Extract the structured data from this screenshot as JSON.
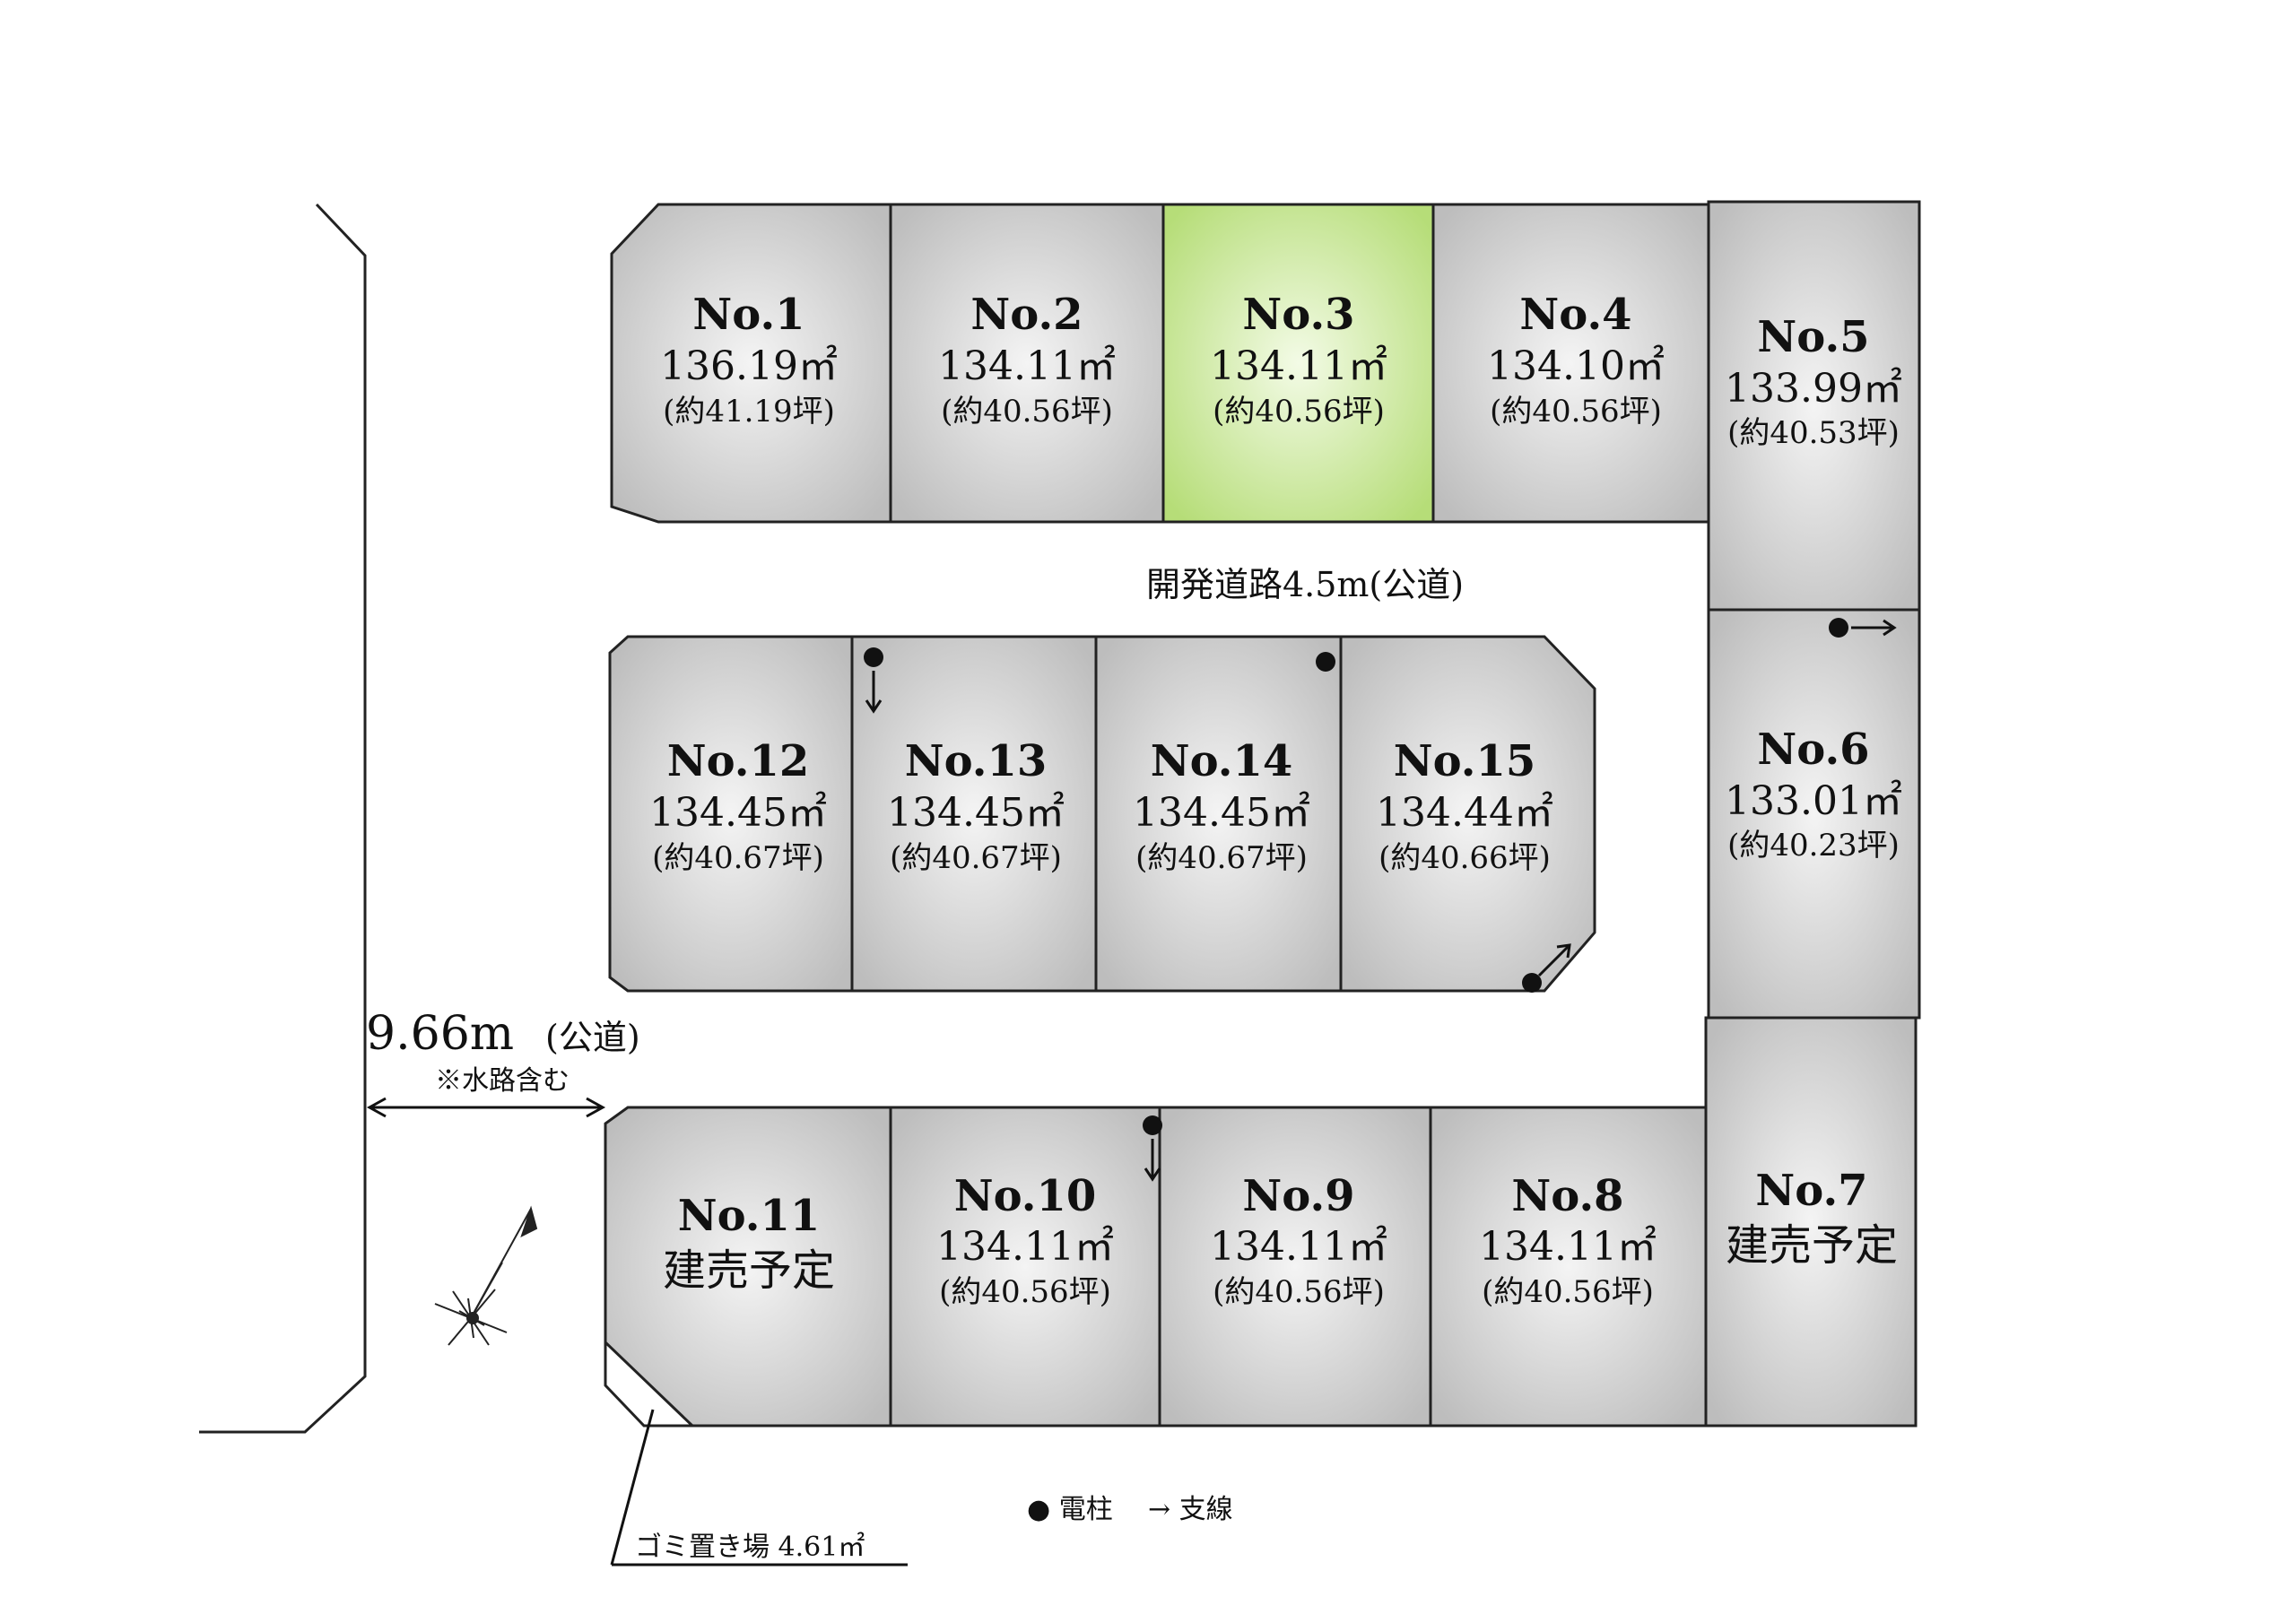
{
  "lots": [
    {
      "no": "No.1",
      "area": "136.19㎡",
      "tsubo": "(約41.19坪)",
      "plan": "",
      "highlight": false
    },
    {
      "no": "No.2",
      "area": "134.11㎡",
      "tsubo": "(約40.56坪)",
      "plan": "",
      "highlight": false
    },
    {
      "no": "No.3",
      "area": "134.11㎡",
      "tsubo": "(約40.56坪)",
      "plan": "",
      "highlight": true
    },
    {
      "no": "No.4",
      "area": "134.10㎡",
      "tsubo": "(約40.56坪)",
      "plan": "",
      "highlight": false
    },
    {
      "no": "No.5",
      "area": "133.99㎡",
      "tsubo": "(約40.53坪)",
      "plan": "",
      "highlight": false
    },
    {
      "no": "No.6",
      "area": "133.01㎡",
      "tsubo": "(約40.23坪)",
      "plan": "",
      "highlight": false
    },
    {
      "no": "No.7",
      "area": "",
      "tsubo": "",
      "plan": "建売予定",
      "highlight": false
    },
    {
      "no": "No.8",
      "area": "134.11㎡",
      "tsubo": "(約40.56坪)",
      "plan": "",
      "highlight": false
    },
    {
      "no": "No.9",
      "area": "134.11㎡",
      "tsubo": "(約40.56坪)",
      "plan": "",
      "highlight": false
    },
    {
      "no": "No.10",
      "area": "134.11㎡",
      "tsubo": "(約40.56坪)",
      "plan": "",
      "highlight": false
    },
    {
      "no": "No.11",
      "area": "",
      "tsubo": "",
      "plan": "建売予定",
      "highlight": false
    },
    {
      "no": "No.12",
      "area": "134.45㎡",
      "tsubo": "(約40.67坪)",
      "plan": "",
      "highlight": false
    },
    {
      "no": "No.13",
      "area": "134.45㎡",
      "tsubo": "(約40.67坪)",
      "plan": "",
      "highlight": false
    },
    {
      "no": "No.14",
      "area": "134.45㎡",
      "tsubo": "(約40.67坪)",
      "plan": "",
      "highlight": false
    },
    {
      "no": "No.15",
      "area": "134.44㎡",
      "tsubo": "(約40.66坪)",
      "plan": "",
      "highlight": false
    }
  ],
  "road": {
    "dev_road": "開発道路4.5m(公道)",
    "public_width": "9.66m",
    "public_suffix": "(公道)",
    "public_note": "※水路含む"
  },
  "garbage_label": "ゴミ置き場 4.61㎡",
  "legend": {
    "pole": "● 電柱",
    "guy": "→ 支線"
  },
  "colors": {
    "lot_edge": "#bdbdbd",
    "lot_center": "#f4f4f4",
    "highlight_edge": "#b6dd78",
    "highlight_center": "#f3fbe6",
    "line": "#222222"
  }
}
